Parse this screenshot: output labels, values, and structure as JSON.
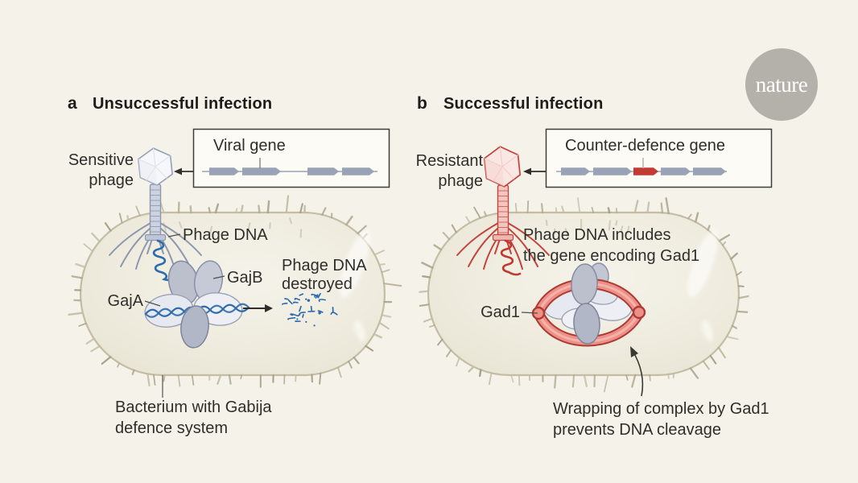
{
  "brand": {
    "name": "nature"
  },
  "panels": {
    "a": {
      "tag": "a",
      "title": "Unsuccessful infection",
      "phage_label": {
        "line1": "Sensitive",
        "line2": "phage"
      },
      "gene_box": {
        "title": "Viral gene",
        "segments": [
          "gray",
          "gray",
          "gray",
          "gray"
        ]
      },
      "phage_dna_label": "Phage DNA",
      "protein_labels": {
        "gajA": "GajA",
        "gajB": "GajB"
      },
      "result_label": {
        "line1": "Phage DNA",
        "line2": "destroyed"
      },
      "caption": {
        "line1": "Bacterium with Gabija",
        "line2": "defence system"
      }
    },
    "b": {
      "tag": "b",
      "title": "Successful infection",
      "phage_label": {
        "line1": "Resistant",
        "line2": "phage"
      },
      "gene_box": {
        "title": "Counter-defence gene",
        "segments": [
          "gray",
          "gray",
          "red",
          "gray",
          "gray"
        ]
      },
      "phage_dna_label": {
        "line1": "Phage DNA includes",
        "line2": "the gene encoding Gad1"
      },
      "protein_labels": {
        "gad1": "Gad1"
      },
      "caption": {
        "line1": "Wrapping of complex by Gad1",
        "line2": "prevents DNA cleavage"
      }
    }
  },
  "colors": {
    "background": "#f4f2e9",
    "text": "#2f2e2a",
    "gene_gray": "#9aa3b6",
    "gene_red": "#c23a34",
    "phage_blue_outline": "#93a0b7",
    "dna_blue": "#2e6bad",
    "phage_red_outline": "#c2443c",
    "dna_red": "#c0392f",
    "gad1_ring_dark": "#ad3b34",
    "gad1_ring_mid": "#ec9188",
    "bacterium_outline": "#c3bda4",
    "pili": "#b3ac92",
    "nature_circle": "#b4b1ab"
  }
}
